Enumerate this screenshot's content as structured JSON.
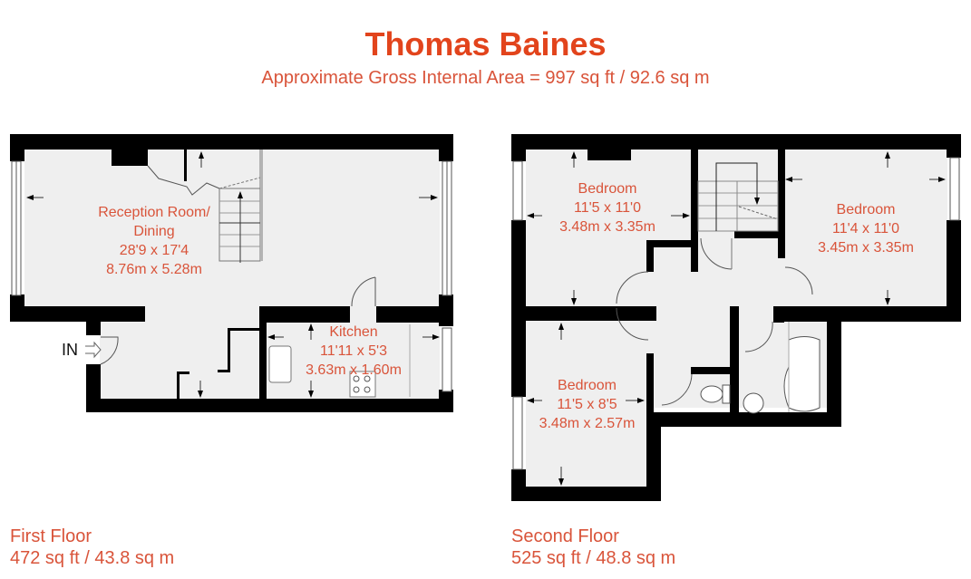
{
  "header": {
    "title": "Thomas Baines",
    "subtitle": "Approximate Gross Internal Area = 997 sq ft / 92.6 sq m"
  },
  "colors": {
    "title": "#e2441c",
    "label": "#d9543a",
    "wall": "#000000",
    "floor_fill": "#efefef"
  },
  "first_floor": {
    "name": "First Floor",
    "area": "472 sq ft / 43.8 sq m",
    "entrance_label": "IN",
    "rooms": [
      {
        "name": "Reception Room/",
        "name2": "Dining",
        "imperial": "28'9 x 17'4",
        "metric": "8.76m x 5.28m"
      },
      {
        "name": "Kitchen",
        "imperial": "11'11 x 5'3",
        "metric": "3.63m x 1.60m"
      }
    ]
  },
  "second_floor": {
    "name": "Second Floor",
    "area": "525 sq ft / 48.8 sq m",
    "rooms": [
      {
        "name": "Bedroom",
        "imperial": "11'5 x 11'0",
        "metric": "3.48m x 3.35m"
      },
      {
        "name": "Bedroom",
        "imperial": "11'4 x 11'0",
        "metric": "3.45m x 3.35m"
      },
      {
        "name": "Bedroom",
        "imperial": "11'5 x 8'5",
        "metric": "3.48m x 2.57m"
      }
    ]
  }
}
